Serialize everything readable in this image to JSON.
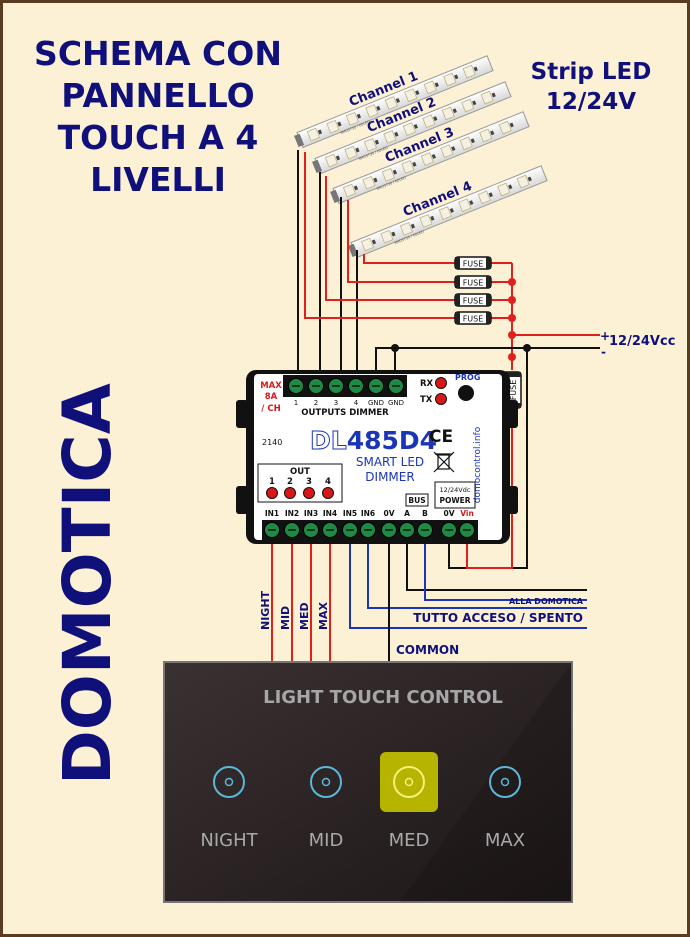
{
  "title_lines": [
    "SCHEMA CON",
    "PANNELLO",
    "TOUCH A 4",
    "LIVELLI"
  ],
  "side_title": "DOMOTICA",
  "strip_heading": [
    "Strip LED",
    "12/24V"
  ],
  "channels": [
    "Channel 1",
    "Channel 2",
    "Channel 3",
    "Channel 4"
  ],
  "strip_text": "SMD5730 / 60LED",
  "fuse_label": "FUSE",
  "power_in": {
    "plus": "+",
    "minus": "-",
    "label": "12/24Vcc"
  },
  "module": {
    "model_prefix": "DL",
    "model_suffix": "485D4",
    "subtitle": [
      "SMART LED",
      "DIMMER"
    ],
    "max_rating": [
      "MAX",
      "8A",
      "/ CH"
    ],
    "output_terminals": [
      "1",
      "2",
      "3",
      "4",
      "GND",
      "GND"
    ],
    "outputs_title": "OUTPUTS DIMMER",
    "code": "2140",
    "out_title": "OUT",
    "out_leds": [
      "1",
      "2",
      "3",
      "4"
    ],
    "rx": "RX",
    "tx": "TX",
    "prog": "PROG",
    "website": "domocontrol.info",
    "ce": "CE",
    "bus": "BUS",
    "power_box": [
      "12/24Vdc",
      "POWER"
    ],
    "input_terminals": [
      "IN1",
      "IN2",
      "IN3",
      "IN4",
      "IN5",
      "IN6",
      "0V",
      "A",
      "B",
      "0V",
      "Vin"
    ]
  },
  "wire_labels": [
    "NIGHT",
    "MID",
    "MED",
    "MAX"
  ],
  "alla_domotica": "ALLA DOMOTICA",
  "tutto": "TUTTO  ACCESO / SPENTO",
  "common": "COMMON",
  "panel": {
    "title": "LIGHT TOUCH CONTROL",
    "buttons": [
      "NIGHT",
      "MID",
      "MED",
      "MAX"
    ],
    "active_button": "MED"
  },
  "colors": {
    "background": "#fcf1d4",
    "title_blue": "#10107a",
    "wire_red": "#e0201c",
    "wire_blue": "#1a35b8",
    "led_red": "#d81818",
    "panel_bg": "#2b2324",
    "active_button": "#b7b400",
    "icon_blue": "#5ab8d8"
  }
}
